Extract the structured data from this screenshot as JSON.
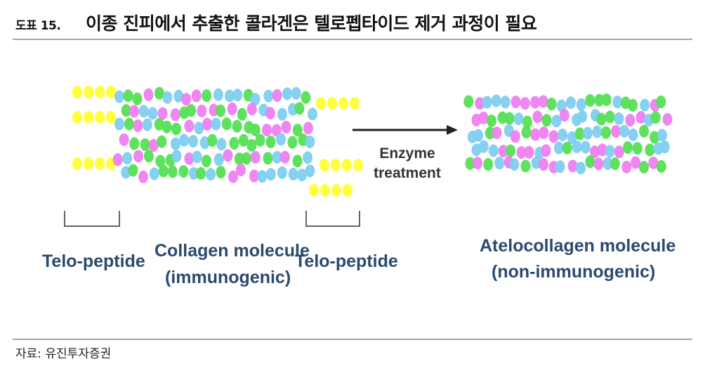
{
  "header": {
    "label": "도표 15.",
    "title": "이종 진피에서 추출한 콜라겐은 텔로펩타이드 제거 과정이 필요"
  },
  "diagram": {
    "left_telopeptide_label": "Telo-peptide",
    "collagen_label_line1": "Collagen molecule",
    "collagen_label_line2": "(immunogenic)",
    "right_telopeptide_label": "Telo-peptide",
    "arrow_label_line1": "Enzyme",
    "arrow_label_line2": "treatment",
    "atelo_label_line1": "Atelocollagen molecule",
    "atelo_label_line2": "(non-immunogenic)",
    "colors": {
      "telopeptide": "#ffff33",
      "blue": "#7fcfee",
      "green": "#55e055",
      "pink": "#ee7ff0",
      "label_text": "#2b4a6f",
      "bracket": "#666666",
      "arrow": "#222222"
    }
  },
  "footer": {
    "source": "자료: 유진투자증권"
  }
}
